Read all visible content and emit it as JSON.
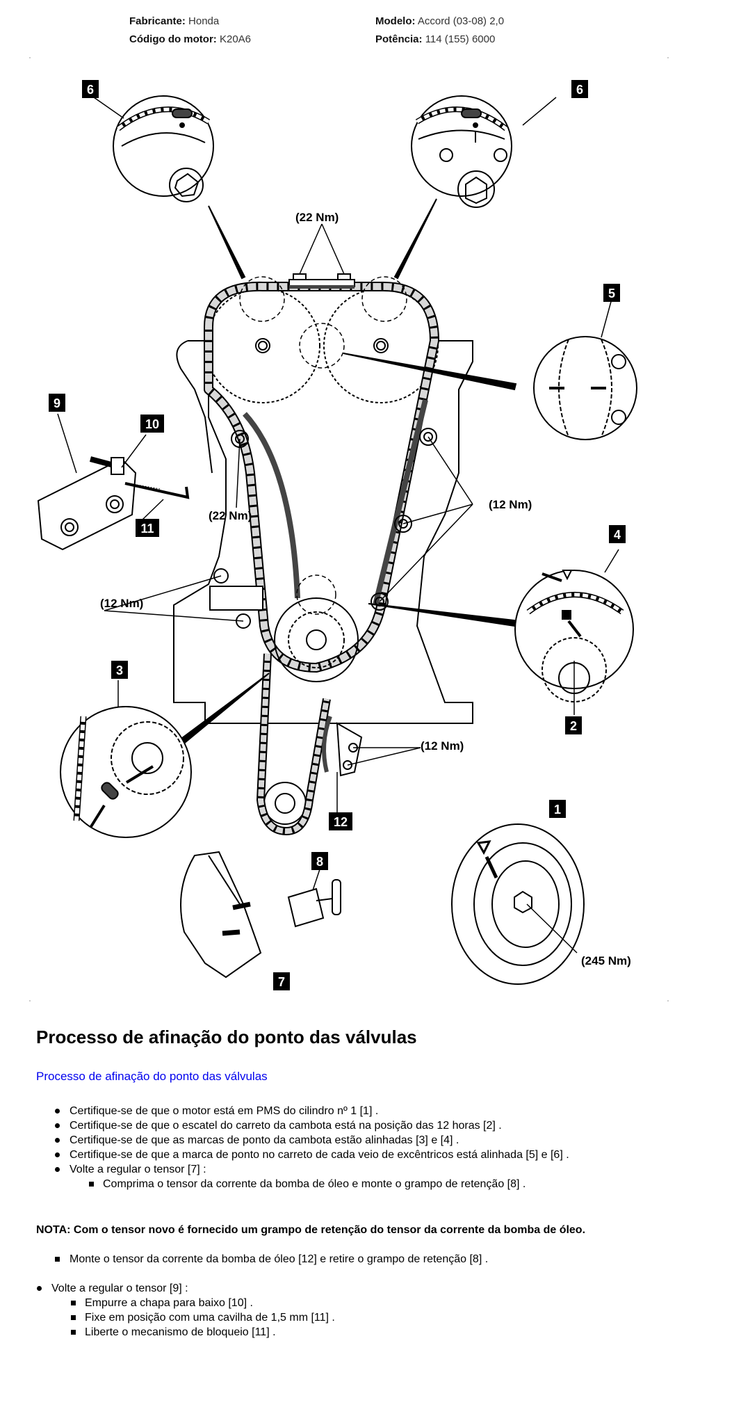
{
  "header": {
    "manufacturer_label": "Fabricante:",
    "manufacturer_value": "Honda",
    "engine_code_label": "Código do motor:",
    "engine_code_value": "K20A6",
    "model_label": "Modelo:",
    "model_value": "Accord (03-08) 2,0",
    "power_label": "Potência:",
    "power_value": "114 (155) 6000"
  },
  "diagram": {
    "callouts": [
      "1",
      "2",
      "3",
      "4",
      "5",
      "6",
      "6",
      "7",
      "8",
      "9",
      "10",
      "11",
      "12"
    ],
    "torque_labels": {
      "top_guide": "(22 Nm)",
      "left_guide": "(22 Nm)",
      "right_guide": "(12 Nm)",
      "left_tensioner": "(12 Nm)",
      "oil_pump_tensioner": "(12 Nm)",
      "crank_pulley": "(245 Nm)"
    },
    "colors": {
      "line": "#000000",
      "chain_fill": "#d8d8d8",
      "guide": "#444444",
      "callout_bg": "#000000",
      "callout_text": "#ffffff"
    }
  },
  "section": {
    "title": "Processo de afinação do ponto das válvulas",
    "subtitle": "Processo de afinação do ponto das válvulas",
    "subtitle_color": "#0000ee",
    "steps": [
      "Certifique-se de que o motor está em PMS do cilindro nº 1 [1] .",
      "Certifique-se de que o escatel do carreto da cambota está na posição das 12 horas [2] .",
      "Certifique-se de que as marcas de ponto da cambota estão alinhadas [3] e [4] .",
      "Certifique-se de que a marca de ponto no carreto de cada veio de excêntricos está alinhada [5] e [6] .",
      "Volte a regular o tensor [7] :"
    ],
    "substep_7": "Comprima o tensor da corrente da bomba de óleo e monte o grampo de retenção [8] .",
    "note": "NOTA: Com o tensor novo é fornecido um grampo de retenção do tensor da corrente da bomba de óleo.",
    "note_step": "Monte o tensor da corrente da bomba de óleo [12] e retire o grampo de retenção [8] .",
    "final_step": "Volte a regular o tensor [9] :",
    "final_substeps": [
      "Empurre a chapa para baixo [10] .",
      "Fixe em posição com uma cavilha de 1,5 mm [11] .",
      "Liberte o mecanismo de bloqueio [11] ."
    ]
  }
}
